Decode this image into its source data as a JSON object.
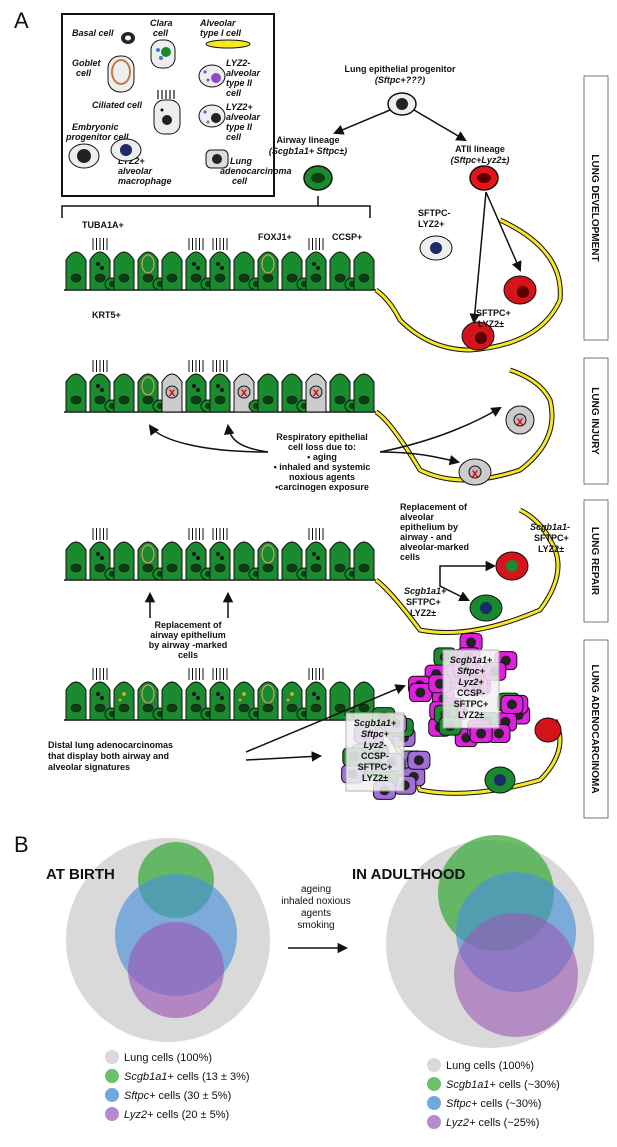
{
  "panel_a": {
    "label": "A",
    "legend": {
      "basal": "Basal cell",
      "clara": [
        "Clara",
        "cell"
      ],
      "at1": [
        "Alveolar",
        "type I cell"
      ],
      "goblet": [
        "Goblet",
        "cell"
      ],
      "lyz2neg_at2": [
        "LYZ2-",
        "alveolar",
        "type II",
        "cell"
      ],
      "ciliated": "Ciliated cell",
      "lyz2pos_at2": [
        "LYZ2+",
        "alveolar",
        "type II",
        "cell"
      ],
      "embryonic": [
        "Embryonic",
        "progenitor cell"
      ],
      "macrophage": [
        "LYZ2+",
        "alveolar",
        "macrophage"
      ],
      "adeno": [
        "Lung",
        "adenocarcinoma",
        "cell"
      ]
    },
    "progenitor": [
      "Lung epithelial progenitor",
      "(Sftpc+???)"
    ],
    "airway_lineage": [
      "Airway lineage",
      "(Scgb1a1+ Sftpc±)"
    ],
    "atii_lineage": [
      "ATII lineage",
      "(Sftpc+Lyz2±)"
    ],
    "markers": {
      "tuba": "TUBA1A+",
      "foxj": "FOXJ1+",
      "ccsp": "CCSP+",
      "krt": "KRT5+",
      "sftpc_neg": [
        "SFTPC-",
        "LYZ2+"
      ],
      "sftpc_pos": [
        "SFTPC+",
        "LYZ2±"
      ]
    },
    "injury_text": [
      "Respiratory epithelial",
      "cell loss due to:",
      "• aging",
      "• inhaled and systemic",
      "noxious agents",
      "•carcinogen exposure"
    ],
    "repair_alveolar": [
      "Replacement of",
      "alveolar",
      "epithelium by",
      "airway - and",
      "alveolar-marked",
      "cells"
    ],
    "repair_right_label": [
      "Scgb1a1-",
      "SFTPC+",
      "LYZ2±"
    ],
    "repair_green_label": [
      "Scgb1a1+",
      "SFTPC+",
      "LYZ2±"
    ],
    "repair_airway": [
      "Replacement of",
      "airway epithelium",
      "by airway -marked",
      "cells"
    ],
    "tumor_right_label": [
      "Scgb1a1+",
      "Sftpc+",
      "Lyz2+",
      "CCSP-",
      "SFTPC+",
      "LYZ2±"
    ],
    "tumor_left_label": [
      "Scgb1a1+",
      "Sftpc+",
      "Lyz2-",
      "CCSP-",
      "SFTPC+",
      "LYZ2±"
    ],
    "adeno_text": [
      "Distal lung adenocarcinomas",
      "that display both airway and",
      "alveolar signatures"
    ],
    "side_labels": {
      "dev": "LUNG DEVELOPMENT",
      "injury": "LUNG INJURY",
      "repair": "LUNG REPAIR",
      "adeno": "LUNG ADENOCARCINOMA"
    }
  },
  "panel_b": {
    "label": "B",
    "at_birth": "AT BIRTH",
    "adulthood": "IN ADULTHOOD",
    "arrow_text": [
      "ageing",
      "inhaled noxious",
      "agents",
      "smoking"
    ],
    "legend_birth": [
      {
        "name": "Lung cells",
        "value": "(100%)",
        "color": "#d9d9d9"
      },
      {
        "name": "Scgb1a1+",
        "rest": " cells (13 ± 3%)",
        "color": "#6cc06c"
      },
      {
        "name": "Sftpc+",
        "rest": " cells (30 ± 5%)",
        "color": "#6fa8dc"
      },
      {
        "name": "Lyz2+",
        "rest": " cells (20 ± 5%)",
        "color": "#b58bd0"
      }
    ],
    "legend_adult": [
      {
        "name": "Lung cells",
        "value": "(100%)",
        "color": "#d9d9d9"
      },
      {
        "name": "Scgb1a1+",
        "rest": " cells (~30%)",
        "color": "#6cc06c"
      },
      {
        "name": "Sftpc+",
        "rest": " cells (~30%)",
        "color": "#6fa8dc"
      },
      {
        "name": "Lyz2+",
        "rest": " cells (~25%)",
        "color": "#b58bd0"
      }
    ],
    "colors": {
      "lung": "#d9d9d9",
      "scgb": "#3daa3d",
      "sftpc": "#4a90d9",
      "lyz2": "#9b59b6"
    }
  }
}
